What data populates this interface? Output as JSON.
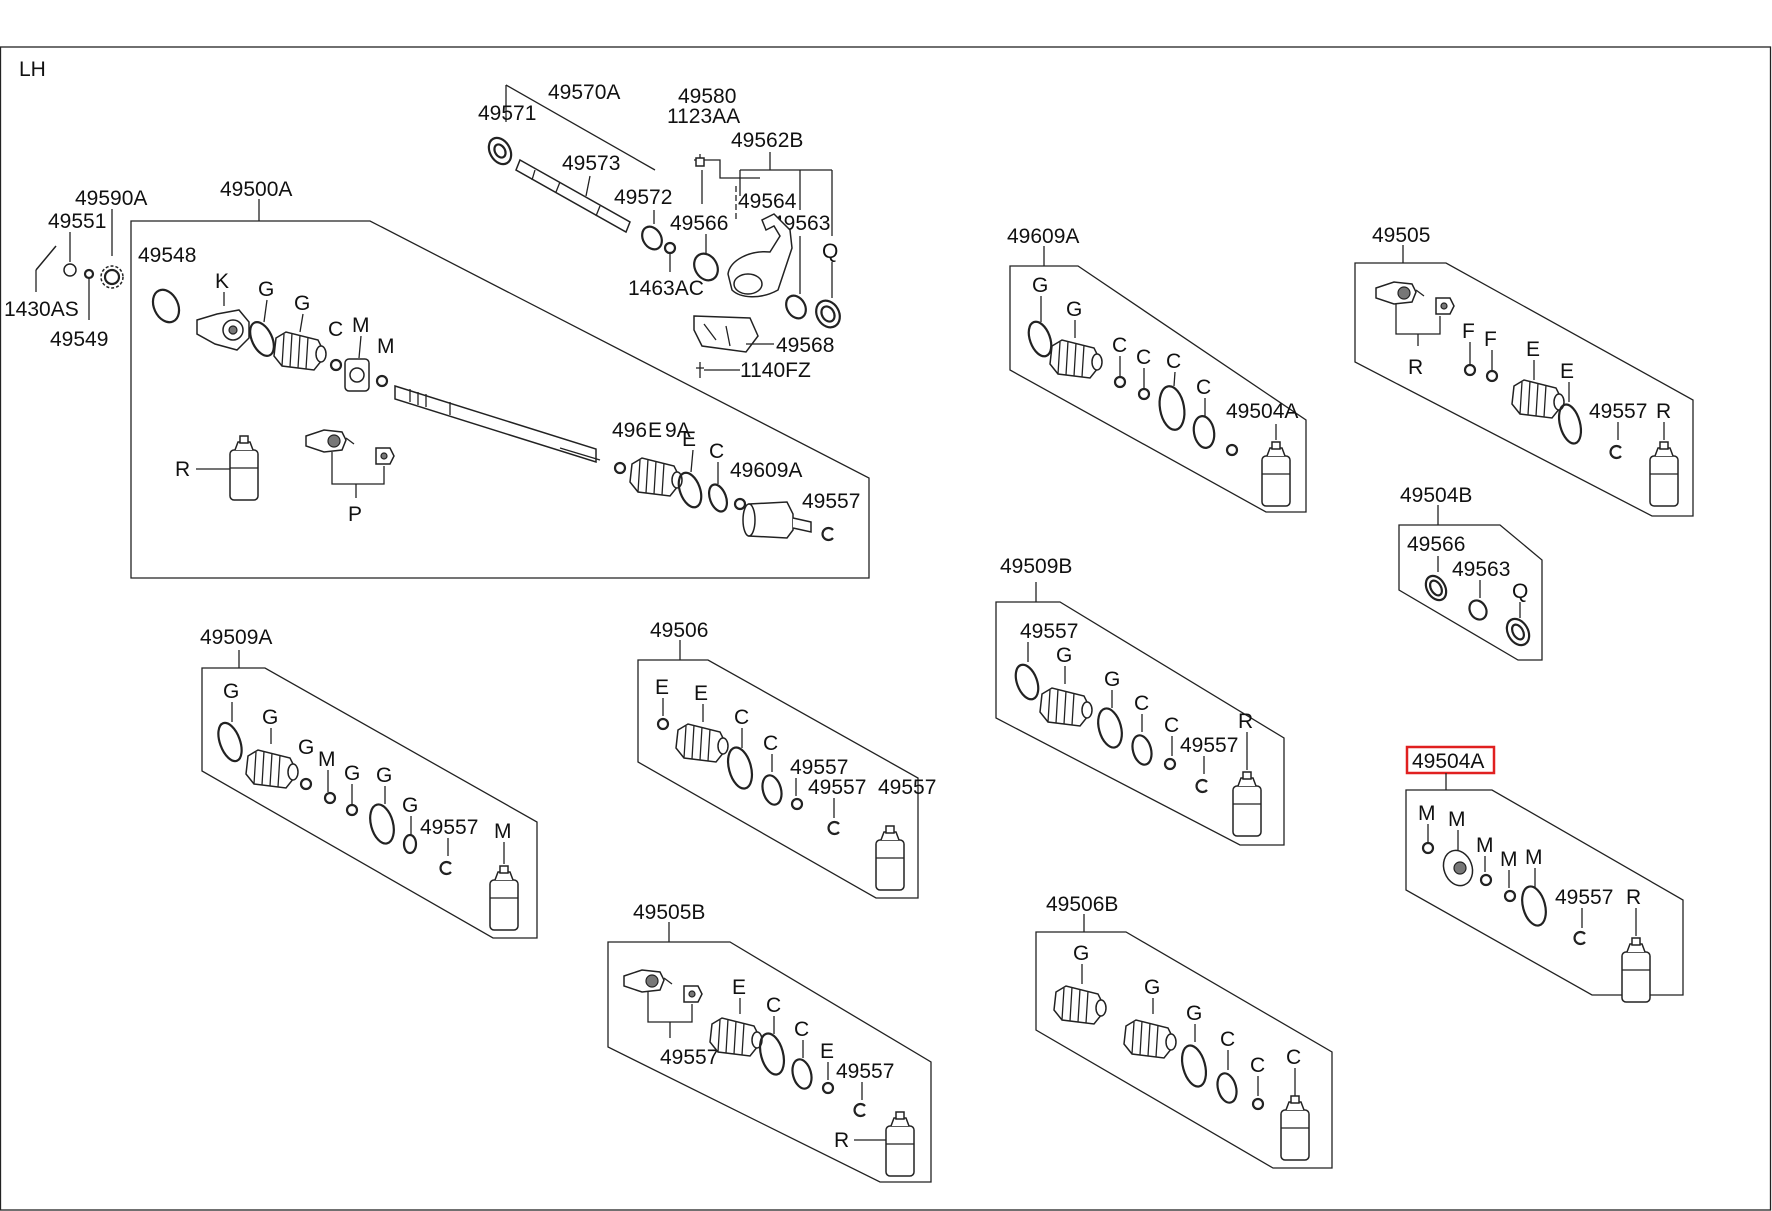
{
  "page_label": "LH",
  "highlight_color": "#e02020",
  "callouts": {
    "kit_49500A": "49500A",
    "c_49570A": "49570A",
    "c_49571": "49571",
    "c_49573": "49573",
    "c_49572": "49572",
    "c_49580": "49580",
    "c_1123AA": "1123AA",
    "c_49562B": "49562B",
    "c_49564": "49564",
    "c_49566_top": "49566",
    "c_49563_top": "49563",
    "c_Q_top": "Q",
    "c_1463AC": "1463AC",
    "c_49568": "49568",
    "c_1140FZ": "1140FZ",
    "c_49590A": "49590A",
    "c_49551": "49551",
    "c_1430AS": "1430AS",
    "c_49549": "49549",
    "k1_49548": "49548",
    "k1_K": "K",
    "k1_G1": "G",
    "k1_G2": "G",
    "k1_C1": "C",
    "k1_M1": "M",
    "k1_M2": "M",
    "k1_R": "R",
    "k1_P": "P",
    "k1_496xx": "496",
    "k1_E1": "E",
    "k1_9A": "9A",
    "k1_E2": "E",
    "k1_C2": "C",
    "k1_49609A": "49609A",
    "k1_49557": "49557",
    "kit_49609A": "49609A",
    "k2_G1": "G",
    "k2_G2": "G",
    "k2_C1": "C",
    "k2_C2": "C",
    "k2_C3": "C",
    "k2_C4": "C",
    "k2_49504A": "49504A",
    "kit_49505": "49505",
    "k3_F1": "F",
    "k3_F2": "F",
    "k3_E1": "E",
    "k3_E2": "E",
    "k3_R1": "R",
    "k3_49557": "49557",
    "k3_R2": "R",
    "kit_49504B": "49504B",
    "k4_49566": "49566",
    "k4_49563": "49563",
    "k4_Q": "Q",
    "kit_49509A": "49509A",
    "k5_G1": "G",
    "k5_G2": "G",
    "k5_G3": "G",
    "k5_M1": "M",
    "k5_G4": "G",
    "k5_G5": "G",
    "k5_G6": "G",
    "k5_49557": "49557",
    "k5_M2": "M",
    "kit_49506": "49506",
    "k6_E1": "E",
    "k6_E2": "E",
    "k6_C1": "C",
    "k6_C2": "C",
    "k6_49557a": "49557",
    "k6_49557b": "49557",
    "k6_49557c": "49557",
    "kit_49509B": "49509B",
    "k7_49557a": "49557",
    "k7_G1": "G",
    "k7_G2": "G",
    "k7_C1": "C",
    "k7_C2": "C",
    "k7_49557b": "49557",
    "k7_R": "R",
    "kit_49504A": "49504A",
    "k8_M1": "M",
    "k8_M2": "M",
    "k8_M3": "M",
    "k8_M4": "M",
    "k8_M5": "M",
    "k8_49557": "49557",
    "k8_R": "R",
    "kit_49505B": "49505B",
    "k9_E1": "E",
    "k9_C1": "C",
    "k9_C2": "C",
    "k9_E2": "E",
    "k9_49557a": "49557",
    "k9_49557b": "49557",
    "k9_R": "R",
    "kit_49506B": "49506B",
    "k10_G1": "G",
    "k10_G2": "G",
    "k10_G3": "G",
    "k10_C1": "C",
    "k10_C2": "C",
    "k10_C3": "C"
  }
}
